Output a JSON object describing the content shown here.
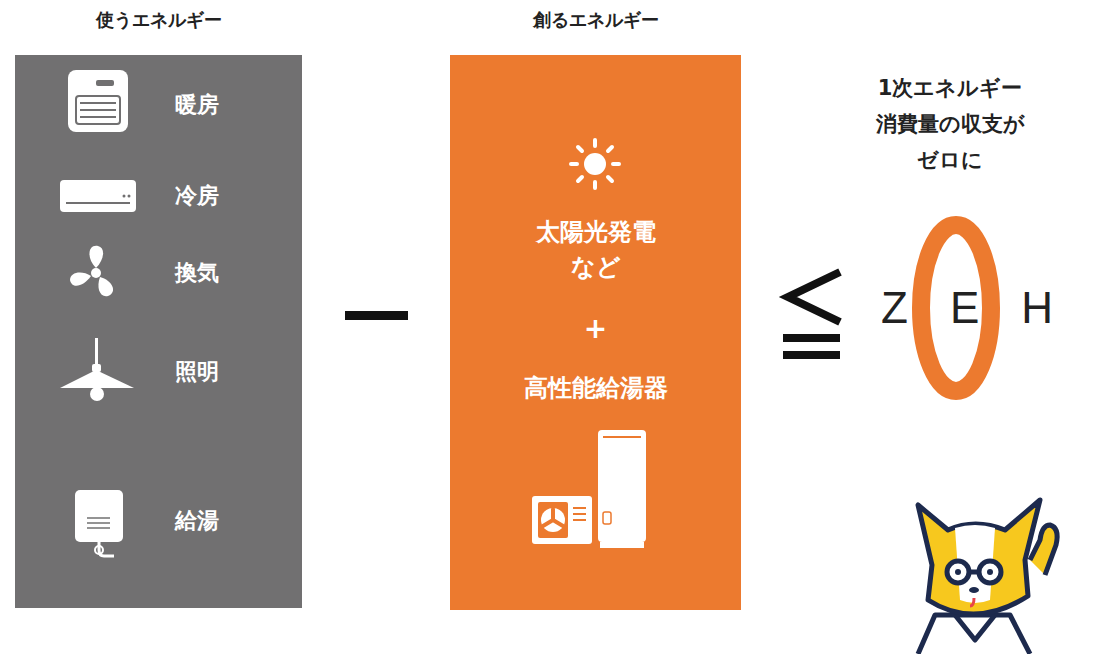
{
  "diagram": {
    "nodes": [
      {
        "text": [
          "使うエネルギー"
        ]
      },
      {
        "text": [
          "暖房"
        ],
        "in": 0
      },
      {
        "text": [
          "冷房"
        ],
        "in": 0
      },
      {
        "text": [
          "換気"
        ],
        "in": 0
      },
      {
        "text": [
          "照明"
        ],
        "in": 0
      },
      {
        "text": [
          "給湯"
        ],
        "in": 0
      },
      {
        "text": [
          "創るエネルギー",
          "太陽光発電 など",
          "+",
          "高性能給湯器"
        ]
      }
    ],
    "labels": [
      "1次エネルギー 消費量の収支が ゼロに",
      "ZEH"
    ]
  }
}
